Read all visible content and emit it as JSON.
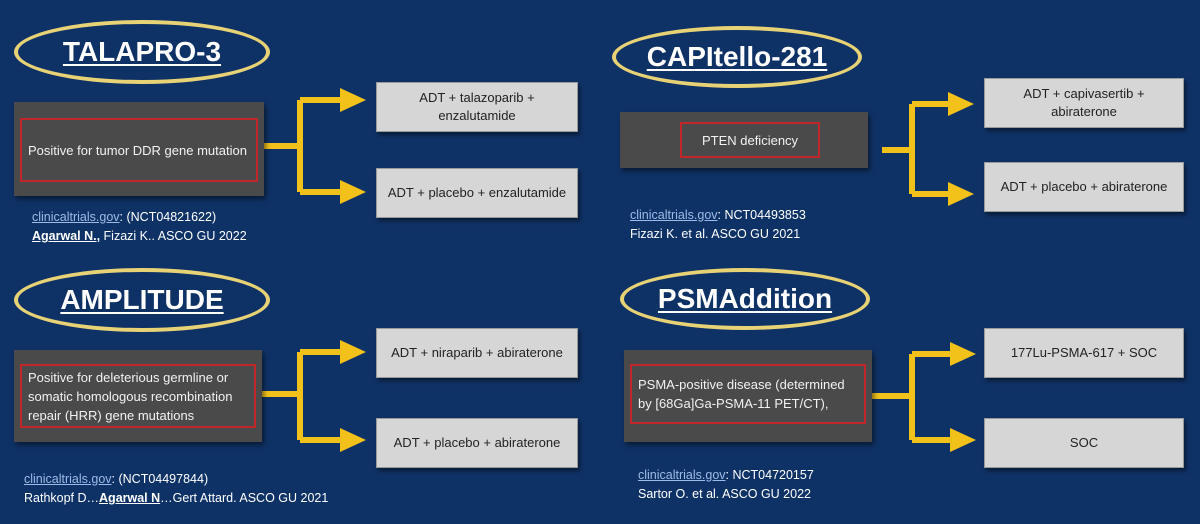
{
  "colors": {
    "background": "#0f3266",
    "oval_border": "#e8d276",
    "arrow": "#f2c21b",
    "condition_bg": "#4a4a4a",
    "condition_border": "#c0262a",
    "arm_bg": "#d6d6d6"
  },
  "trials": [
    {
      "name": "TALAPRO-3",
      "condition": "Positive for tumor DDR  gene mutation",
      "arms": [
        "ADT + talazoparib + enzalutamide",
        "ADT + placebo + enzalutamide"
      ],
      "ref_link": "clinicaltrials.gov",
      "ref_id": ": (NCT04821622)",
      "ref_author_bold": "Agarwal N.,",
      "ref_rest": " Fizazi K.. ASCO GU 2022"
    },
    {
      "name": "CAPItello-281",
      "condition": "PTEN deficiency",
      "arms": [
        "ADT + capivasertib + abiraterone",
        "ADT + placebo + abiraterone"
      ],
      "ref_link": "clinicaltrials.gov",
      "ref_id": ": NCT04493853",
      "ref_line2": "Fizazi K. et al. ASCO GU 2021"
    },
    {
      "name": "AMPLITUDE",
      "condition": "Positive for deleterious germline or somatic homologous recombination repair (HRR) gene mutations",
      "arms": [
        "ADT + niraparib + abiraterone",
        "ADT + placebo + abiraterone"
      ],
      "ref_link": "clinicaltrials.gov",
      "ref_id": ": (NCT04497844)",
      "ref_pre": "Rathkopf D…",
      "ref_author_bold": "Agarwal N",
      "ref_rest": "…Gert Attard. ASCO GU 2021"
    },
    {
      "name": "PSMAddition",
      "condition": "PSMA-positive disease (determined by [68Ga]Ga-PSMA-11 PET/CT),",
      "arms": [
        "177Lu-PSMA-617 + SOC",
        "SOC"
      ],
      "ref_link": "clinicaltrials.gov",
      "ref_id": ": NCT04720157",
      "ref_line2": "Sartor O. et al. ASCO GU 2022"
    }
  ]
}
